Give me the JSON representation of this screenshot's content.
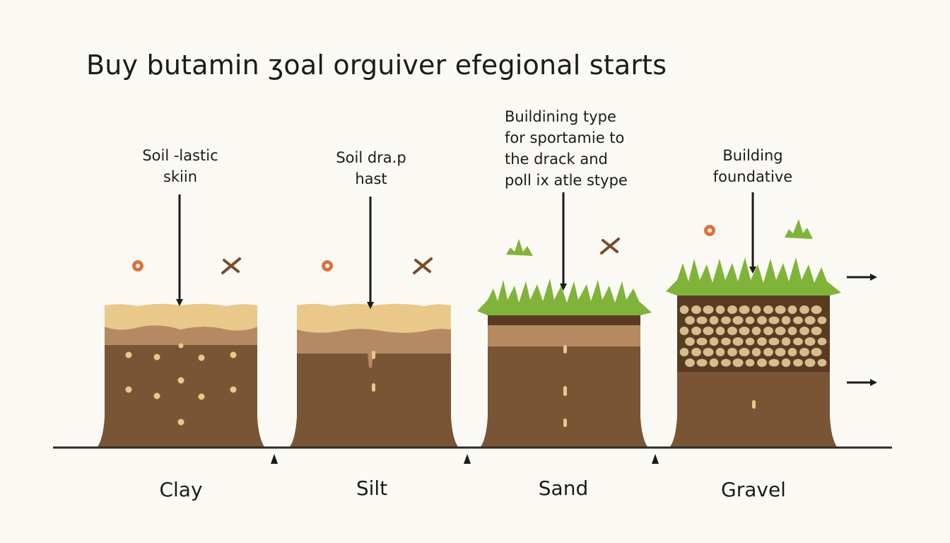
{
  "diagram": {
    "title": "Buy butamin ʒoal orguiver efegional starts",
    "columns": [
      {
        "id": "clay",
        "label": "Clay",
        "annotation": [
          "Soil ‐lastic",
          "skiin"
        ]
      },
      {
        "id": "silt",
        "label": "Silt",
        "annotation": [
          "Soil dra.p",
          "hast"
        ]
      },
      {
        "id": "sand",
        "label": "Sand",
        "annotation": [
          "Buildining type",
          "for sportamie to",
          "the drack and",
          "poll ix atle stype"
        ]
      },
      {
        "id": "gravel",
        "label": "Gravel",
        "annotation": [
          "Building",
          "foundative"
        ]
      }
    ],
    "colors": {
      "topsoil": "#e9c88a",
      "subsoil_light": "#b58a62",
      "subsoil": "#7a5535",
      "dark_soil": "#5a3b22",
      "grass": "#7fb33a",
      "grass_dark": "#5e9226",
      "pebble": "#d6bd8e",
      "flower": "#e0703a",
      "twig": "#7a4a2a",
      "ground_line": "#2b2b2b"
    }
  }
}
